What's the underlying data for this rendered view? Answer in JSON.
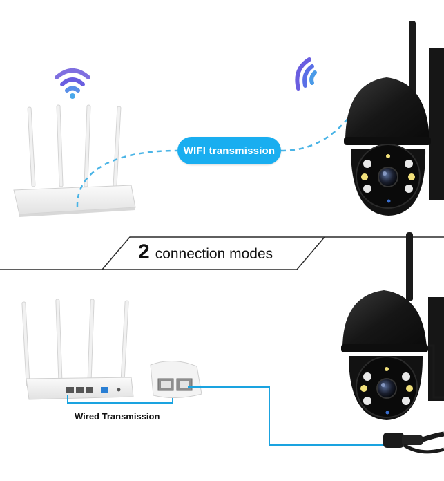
{
  "wifi_label": "WIFI transmission",
  "modes": {
    "number": "2",
    "label": "connection modes"
  },
  "wired_label": "Wired Transmission",
  "colors": {
    "wifi_blue": "#19aef0",
    "dash_blue": "#4ab4e6",
    "cable_blue": "#1aa3e0",
    "wifi_icon_purple": "#5a4fd6",
    "camera_black": "#121212",
    "router_white": "#f4f4f4"
  }
}
